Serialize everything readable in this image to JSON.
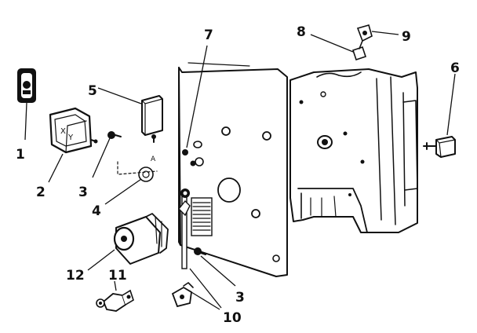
{
  "diagram": {
    "type": "exploded-parts-view",
    "callouts": [
      {
        "id": "p1",
        "label": "1"
      },
      {
        "id": "p2",
        "label": "2"
      },
      {
        "id": "p3a",
        "label": "3"
      },
      {
        "id": "p3b",
        "label": "3"
      },
      {
        "id": "p4",
        "label": "4"
      },
      {
        "id": "p5",
        "label": "5"
      },
      {
        "id": "p6",
        "label": "6"
      },
      {
        "id": "p7",
        "label": "7"
      },
      {
        "id": "p8",
        "label": "8"
      },
      {
        "id": "p9",
        "label": "9"
      },
      {
        "id": "p10",
        "label": "10"
      },
      {
        "id": "p11",
        "label": "11"
      },
      {
        "id": "p12",
        "label": "12"
      }
    ],
    "panel_marks": {
      "dial_face": "X",
      "dial_face_2": "Y",
      "bracket_letter": "A"
    }
  }
}
